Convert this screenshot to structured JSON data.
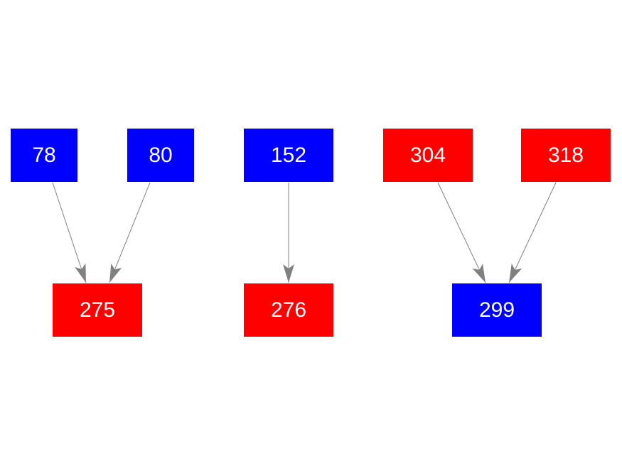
{
  "diagram": {
    "background_color": "#ffffff",
    "edge_color": "#808080",
    "node_text_color": "#ffffff",
    "node_colors": {
      "blue": "#0000ff",
      "red": "#ff0000"
    },
    "nodes": [
      {
        "label": "78",
        "color": "blue"
      },
      {
        "label": "80",
        "color": "blue"
      },
      {
        "label": "152",
        "color": "blue"
      },
      {
        "label": "304",
        "color": "red"
      },
      {
        "label": "318",
        "color": "red"
      },
      {
        "label": "275",
        "color": "red"
      },
      {
        "label": "276",
        "color": "red"
      },
      {
        "label": "299",
        "color": "blue"
      }
    ],
    "edges": [
      {
        "from": "78",
        "to": "275"
      },
      {
        "from": "80",
        "to": "275"
      },
      {
        "from": "152",
        "to": "276"
      },
      {
        "from": "304",
        "to": "299"
      },
      {
        "from": "318",
        "to": "299"
      }
    ]
  }
}
